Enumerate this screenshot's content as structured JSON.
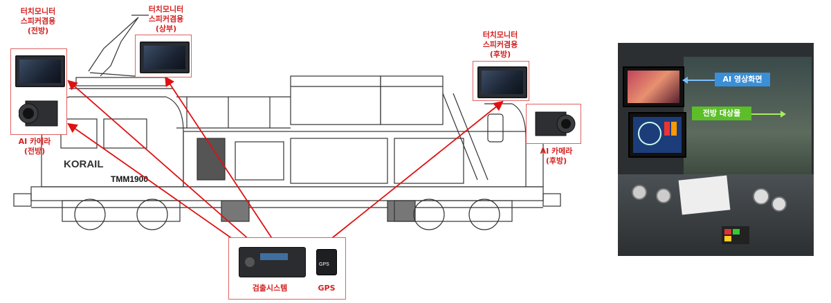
{
  "labels": {
    "front_monitor": [
      "터치모니터",
      "스피커겸용",
      "(전방)"
    ],
    "top_monitor": [
      "터치모니터",
      "스피커겸용",
      "(상부)"
    ],
    "rear_monitor": [
      "터치모니터",
      "스피커겸용",
      "(후방)"
    ],
    "front_camera": [
      "AI 카메라",
      "(전방)"
    ],
    "rear_camera": [
      "AI 카메라",
      "(후방)"
    ],
    "detection_system": "검출시스템",
    "gps": "GPS",
    "gps_device_text": "GPS"
  },
  "loco": {
    "brand": "KORAIL",
    "model": "TMM1900"
  },
  "cab_photo": {
    "ai_screen_tag": "AI 영상화면",
    "front_object_tag": "전방 대상물"
  },
  "colors": {
    "label_red": "#d42020",
    "arrow_red": "#e01010",
    "tag_blue": "#3a8fd8",
    "tag_green": "#5cbf2a"
  }
}
